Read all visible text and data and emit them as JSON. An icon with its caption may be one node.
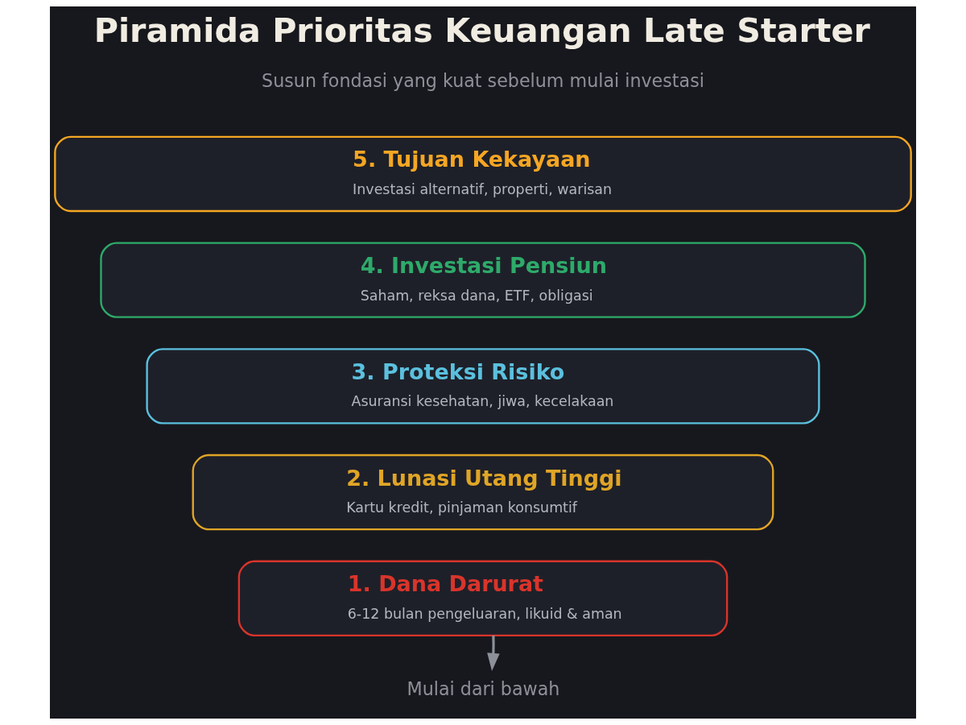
{
  "diagram": {
    "title": "Piramida Prioritas Keuangan Late Starter",
    "nodes": [
      {
        "text": [
          "5. Tujuan Kekayaan",
          "Investasi alternatif, properti, warisan"
        ]
      },
      {
        "text": [
          "4. Investasi Pensiun",
          "Saham, reksa dana, ETF, obligasi"
        ]
      },
      {
        "text": [
          "3. Proteksi Risiko",
          "Asuransi kesehatan, jiwa, kecelakaan"
        ]
      },
      {
        "text": [
          "2. Lunasi Utang Tinggi",
          "Kartu kredit, pinjaman konsumtif"
        ]
      },
      {
        "text": [
          "1. Dana Darurat",
          "6-12 bulan pengeluaran, likuid & aman"
        ]
      },
      {
        "text": [
          "Mulai dari bawah"
        ]
      }
    ],
    "edges": [
      {
        "from": 4,
        "to": 5,
        "arrow": "to"
      }
    ],
    "labels": [
      "Susun fondasi yang kuat sebelum mulai investasi"
    ]
  }
}
